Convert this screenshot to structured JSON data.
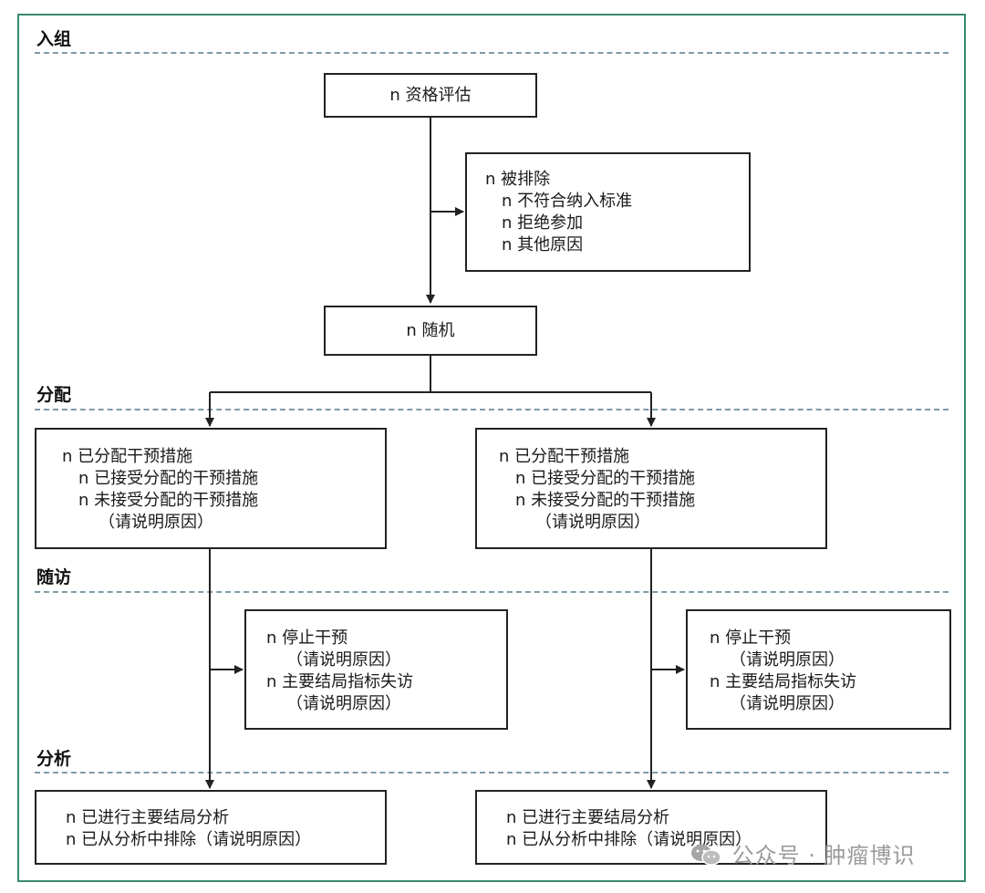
{
  "sections": {
    "enrollment": "入组",
    "allocation": "分配",
    "followup": "随访",
    "analysis": "分析"
  },
  "boxes": {
    "eligibility": "n 资格评估",
    "excluded": {
      "title": "n 被排除",
      "items": [
        "n 不符合纳入标准",
        "n 拒绝参加",
        "n 其他原因"
      ]
    },
    "randomized": "n 随机",
    "allocation_left": {
      "title": "n 已分配干预措施",
      "items": [
        "n 已接受分配的干预措施",
        "n 未接受分配的干预措施",
        "（请说明原因）"
      ]
    },
    "allocation_right": {
      "title": "n 已分配干预措施",
      "items": [
        "n 已接受分配的干预措施",
        "n 未接受分配的干预措施",
        "（请说明原因）"
      ]
    },
    "followup_left": {
      "items": [
        "n 停止干预",
        "（请说明原因）",
        "n 主要结局指标失访",
        "（请说明原因）"
      ]
    },
    "followup_right": {
      "items": [
        "n 停止干预",
        "（请说明原因）",
        "n 主要结局指标失访",
        "（请说明原因）"
      ]
    },
    "analysis_left": {
      "items": [
        "n 已进行主要结局分析",
        "n 已从分析中排除（请说明原因）"
      ]
    },
    "analysis_right": {
      "items": [
        "n 已进行主要结局分析",
        "n 已从分析中排除（请说明原因）"
      ]
    }
  },
  "watermark": {
    "text": "公众号 · 肿瘤博识",
    "icon": "wechat-icon"
  },
  "colors": {
    "frame": "#3a8a6a",
    "divider": "#7f9aa8",
    "watermark": "#9b9b9b"
  }
}
